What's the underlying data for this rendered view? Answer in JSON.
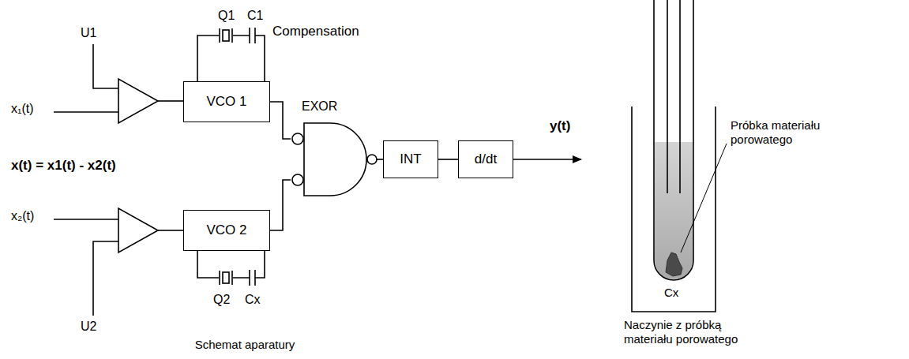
{
  "diagram": {
    "nodes": [
      {
        "text": [
          "VCO 1"
        ]
      },
      {
        "text": [
          "VCO 2"
        ]
      },
      {
        "text": [
          "EXOR"
        ]
      },
      {
        "text": [
          "INT"
        ]
      },
      {
        "text": [
          "d/dt"
        ]
      }
    ],
    "edges": [
      {
        "from": 0,
        "to": 2,
        "arrow": "none"
      },
      {
        "from": 1,
        "to": 2,
        "arrow": "none"
      },
      {
        "from": 2,
        "to": 3,
        "arrow": "none"
      },
      {
        "from": 3,
        "to": 4,
        "arrow": "none"
      }
    ],
    "labels": [
      "U1",
      "x₁(t)",
      "x(t) = x1(t) - x2(t)",
      "x₂(t)",
      "U2",
      "Q1",
      "C1",
      "Compensation",
      "Q2",
      "Cx",
      "y(t)",
      "Schemat aparatury",
      "Próbka materiału porowatego",
      "Cx",
      "Naczynie z próbką materiału porowatego"
    ]
  }
}
